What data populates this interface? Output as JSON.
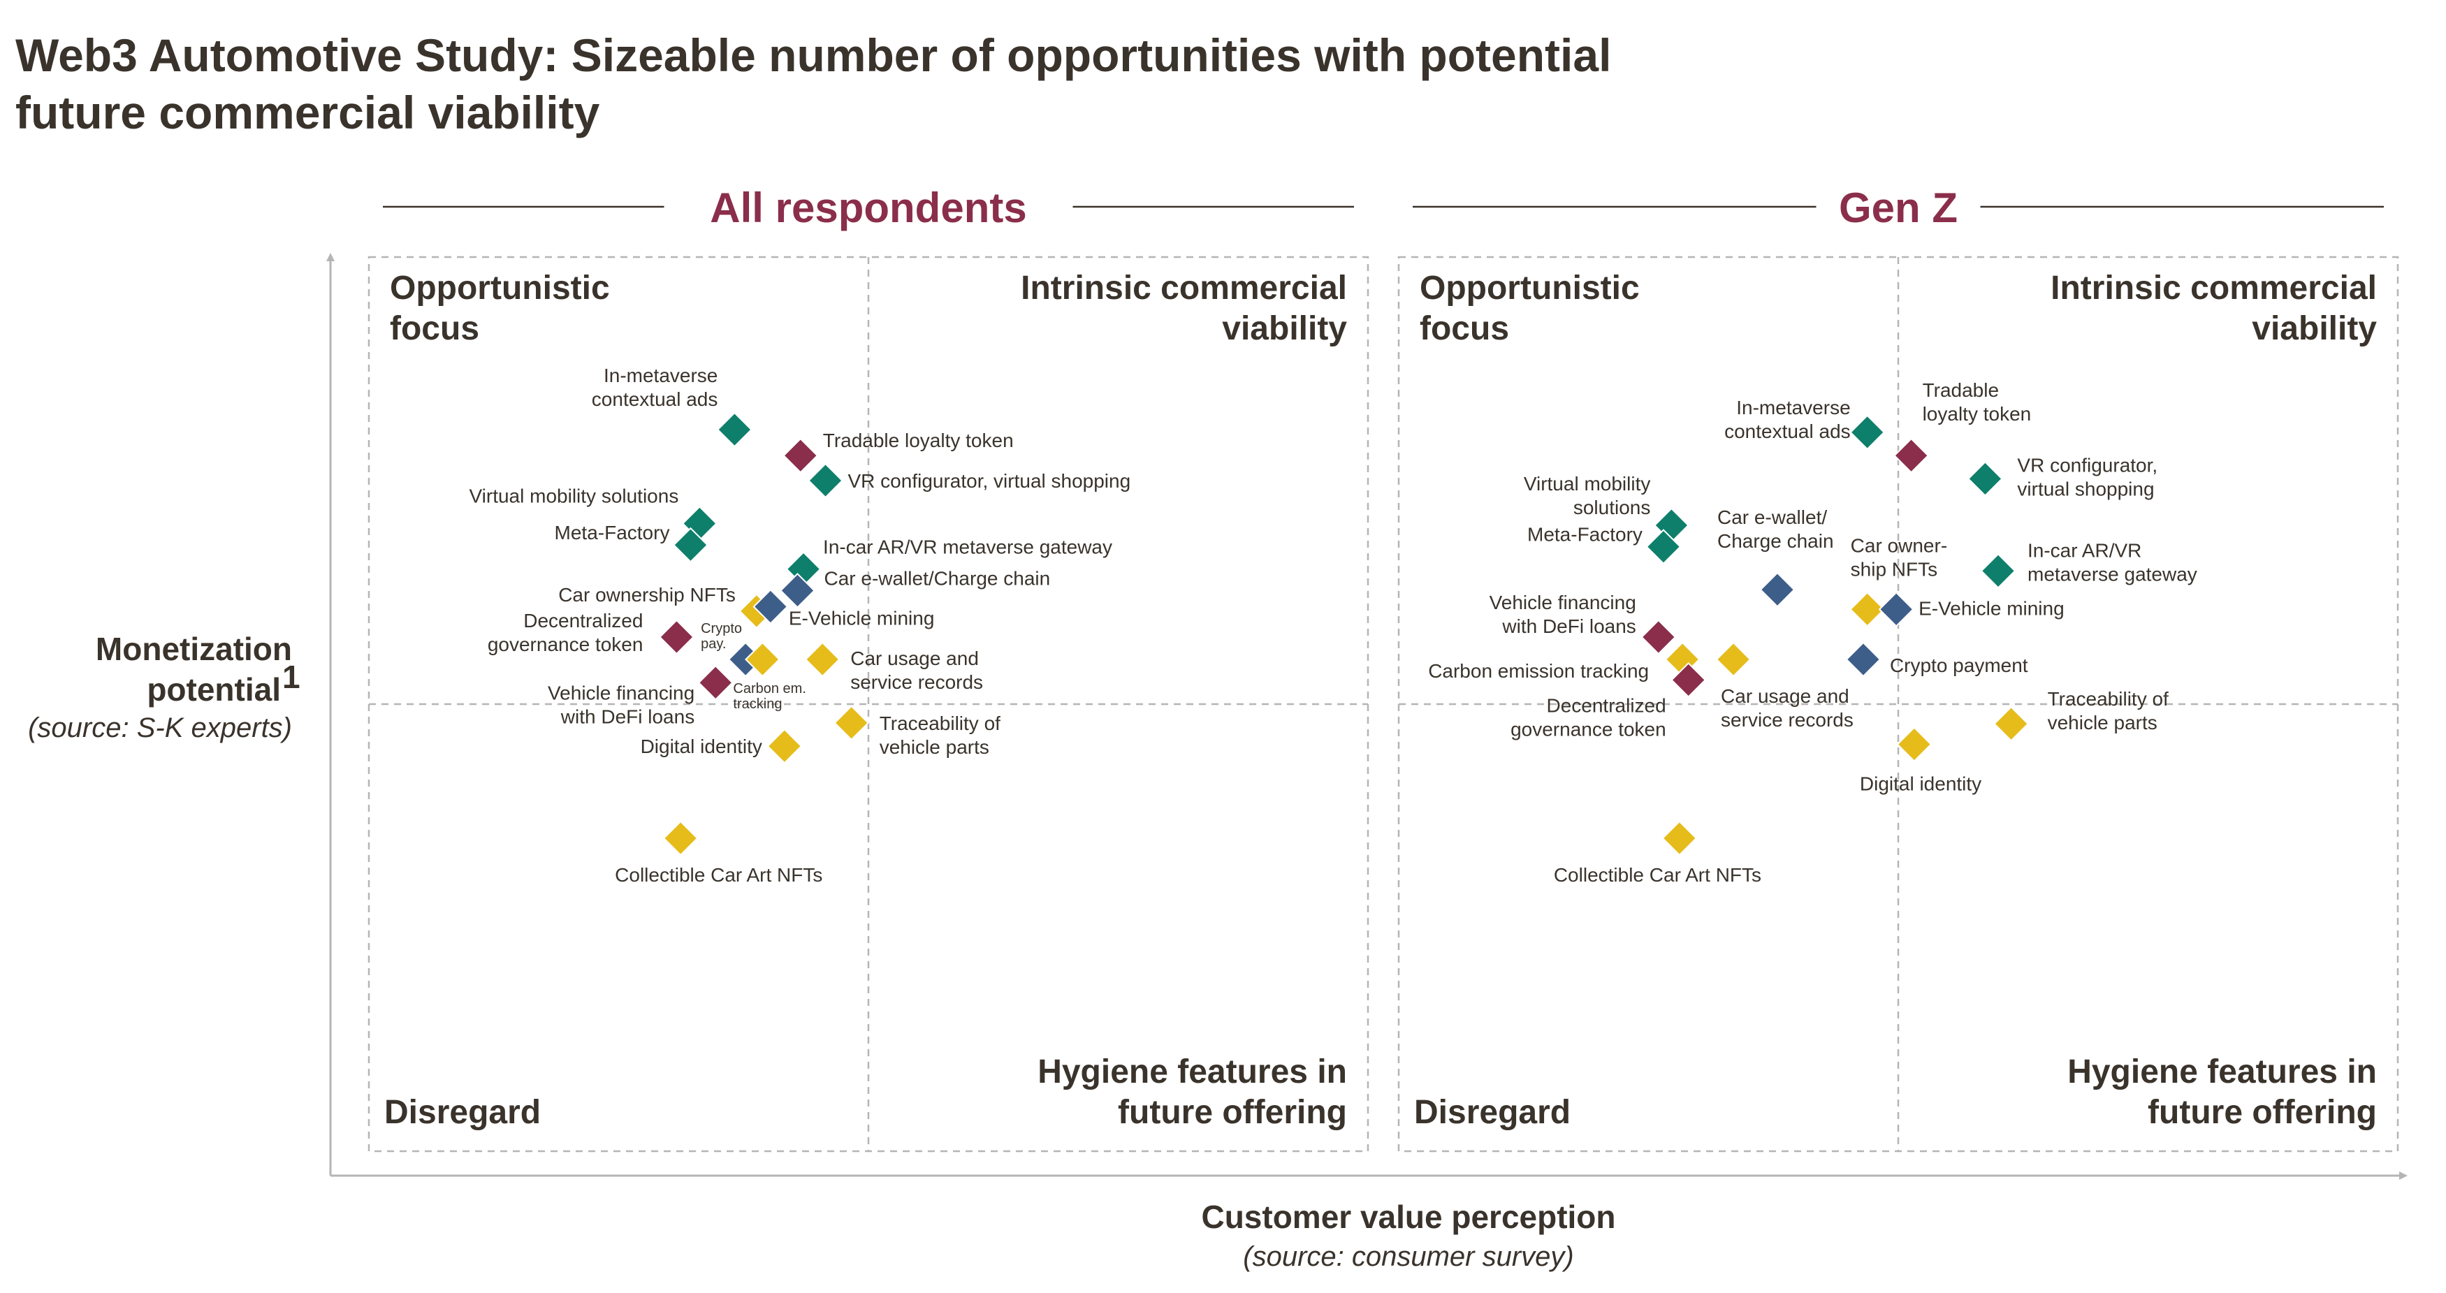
{
  "title": {
    "line1": "Web3 Automotive Study: Sizeable number of opportunities with potential",
    "line2": "future commercial viability"
  },
  "axes": {
    "y_label_line1": "Monetization",
    "y_label_line2": "potential",
    "y_label_superscript": "1",
    "y_label_source": "(source: S-K experts)",
    "x_label": "Customer value perception",
    "x_label_source": "(source: consumer survey)"
  },
  "colors": {
    "teal": "#0e7f6b",
    "maroon": "#8a2e4b",
    "blue": "#3e5e8a",
    "yellow": "#e6bc1a",
    "panel_title": "#8a2e4b",
    "text": "#3a332c",
    "grid": "#b5b5b5"
  },
  "chart_data": [
    {
      "type": "scatter",
      "title": "All respondents",
      "xlabel": "Customer value perception",
      "ylabel": "Monetization potential",
      "xlim": [
        0,
        100
      ],
      "ylim": [
        0,
        100
      ],
      "quadrants": {
        "top_left": [
          "Opportunistic",
          "focus"
        ],
        "top_right": [
          "Intrinsic commercial",
          "viability"
        ],
        "bottom_left": [
          "Disregard"
        ],
        "bottom_right": [
          "Hygiene features in",
          "future offering"
        ]
      },
      "points": [
        {
          "label": [
            "In-metaverse",
            "contextual ads"
          ],
          "x": 36.6,
          "y": 80.7,
          "color": "teal"
        },
        {
          "label": [
            "Tradable loyalty token"
          ],
          "x": 43.2,
          "y": 77.8,
          "color": "maroon"
        },
        {
          "label": [
            "VR configurator, virtual shopping"
          ],
          "x": 45.7,
          "y": 75.0,
          "color": "teal"
        },
        {
          "label": [
            "Virtual mobility solutions"
          ],
          "x": 33.1,
          "y": 70.2,
          "color": "teal"
        },
        {
          "label": [
            "Meta-Factory"
          ],
          "x": 32.2,
          "y": 67.8,
          "color": "teal"
        },
        {
          "label": [
            "In-car AR/VR metaverse gateway"
          ],
          "x": 43.5,
          "y": 65.1,
          "color": "teal"
        },
        {
          "label": [
            "Car e-wallet/Charge chain"
          ],
          "x": 42.9,
          "y": 62.7,
          "color": "blue"
        },
        {
          "label": [
            "Car ownership NFTs"
          ],
          "x": 38.8,
          "y": 60.4,
          "color": "yellow"
        },
        {
          "label": [
            "E-Vehicle mining"
          ],
          "x": 40.2,
          "y": 60.9,
          "color": "blue"
        },
        {
          "label": [
            "Decentralized",
            "governance token"
          ],
          "x": 30.8,
          "y": 57.5,
          "color": "maroon"
        },
        {
          "label": [
            "Crypto",
            "pay."
          ],
          "x": 37.7,
          "y": 55.0,
          "color": "blue"
        },
        {
          "label": [
            "Carbon em.",
            "tracking"
          ],
          "x": 39.4,
          "y": 55.0,
          "color": "yellow"
        },
        {
          "label": [
            "Car usage and",
            "service records"
          ],
          "x": 45.4,
          "y": 55.0,
          "color": "yellow"
        },
        {
          "label": [
            "Vehicle financing",
            "with DeFi loans"
          ],
          "x": 34.7,
          "y": 52.4,
          "color": "maroon"
        },
        {
          "label": [
            "Traceability of",
            "vehicle parts"
          ],
          "x": 48.3,
          "y": 47.9,
          "color": "yellow"
        },
        {
          "label": [
            "Digital identity"
          ],
          "x": 41.6,
          "y": 45.3,
          "color": "yellow"
        },
        {
          "label": [
            "Collectible Car Art NFTs"
          ],
          "x": 31.2,
          "y": 35.0,
          "color": "yellow"
        }
      ]
    },
    {
      "type": "scatter",
      "title": "Gen Z",
      "xlabel": "Customer value perception",
      "ylabel": "Monetization potential",
      "xlim": [
        0,
        100
      ],
      "ylim": [
        0,
        100
      ],
      "quadrants": {
        "top_left": [
          "Opportunistic",
          "focus"
        ],
        "top_right": [
          "Intrinsic commercial",
          "viability"
        ],
        "bottom_left": [
          "Disregard"
        ],
        "bottom_right": [
          "Hygiene features in",
          "future offering"
        ]
      },
      "points": [
        {
          "label": [
            "In-metaverse",
            "contextual ads"
          ],
          "x": 46.9,
          "y": 80.4,
          "color": "teal"
        },
        {
          "label": [
            "Tradable",
            "loyalty token"
          ],
          "x": 51.3,
          "y": 77.8,
          "color": "maroon"
        },
        {
          "label": [
            "VR configurator,",
            "virtual shopping"
          ],
          "x": 58.7,
          "y": 75.2,
          "color": "teal"
        },
        {
          "label": [
            "Virtual mobility",
            "solutions"
          ],
          "x": 27.3,
          "y": 70.0,
          "color": "teal"
        },
        {
          "label": [
            "Meta-Factory"
          ],
          "x": 26.5,
          "y": 67.6,
          "color": "teal"
        },
        {
          "label": [
            "In-car AR/VR",
            "metaverse gateway"
          ],
          "x": 60.0,
          "y": 64.9,
          "color": "teal"
        },
        {
          "label": [
            "Car e-wallet/",
            "Charge chain"
          ],
          "x": 37.9,
          "y": 62.8,
          "color": "blue"
        },
        {
          "label": [
            "Car owner-",
            "ship NFTs"
          ],
          "x": 46.9,
          "y": 60.6,
          "color": "yellow"
        },
        {
          "label": [
            "E-Vehicle mining"
          ],
          "x": 49.8,
          "y": 60.6,
          "color": "blue"
        },
        {
          "label": [
            "Vehicle financing",
            "with DeFi loans"
          ],
          "x": 26.0,
          "y": 57.5,
          "color": "maroon"
        },
        {
          "label": [
            "Crypto payment"
          ],
          "x": 46.5,
          "y": 55.0,
          "color": "blue"
        },
        {
          "label": [
            "Carbon emission tracking"
          ],
          "x": 28.4,
          "y": 55.0,
          "color": "yellow"
        },
        {
          "label": [
            "Car usage and",
            "service records"
          ],
          "x": 33.5,
          "y": 55.0,
          "color": "yellow"
        },
        {
          "label": [
            "Decentralized",
            "governance token"
          ],
          "x": 29.0,
          "y": 52.7,
          "color": "maroon"
        },
        {
          "label": [
            "Traceability of",
            "vehicle parts"
          ],
          "x": 61.3,
          "y": 47.8,
          "color": "yellow"
        },
        {
          "label": [
            "Digital identity"
          ],
          "x": 51.6,
          "y": 45.5,
          "color": "yellow"
        },
        {
          "label": [
            "Collectible Car Art NFTs"
          ],
          "x": 28.1,
          "y": 35.0,
          "color": "yellow"
        }
      ]
    }
  ]
}
